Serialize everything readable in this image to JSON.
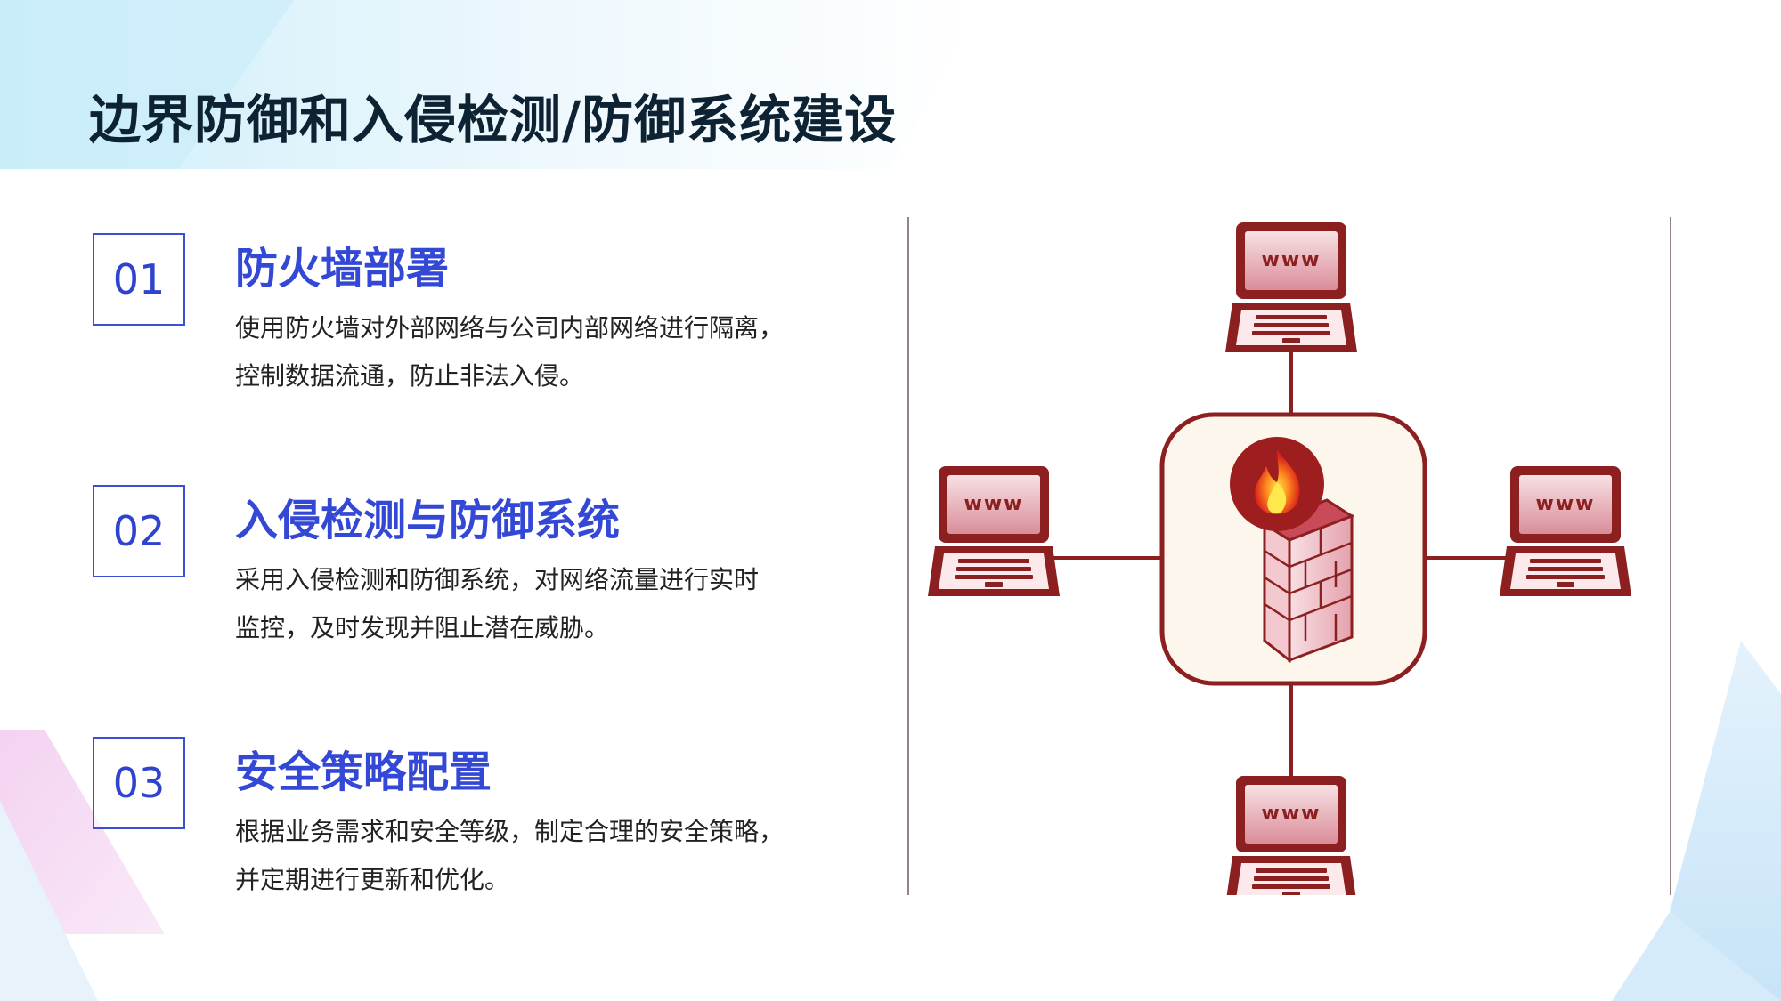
{
  "title": "边界防御和入侵检测/防御系统建设",
  "items": [
    {
      "number": "01",
      "title": "防火墙部署",
      "desc_lines": [
        "使用防火墙对外部网络与公司内部网络进行隔离，",
        "控制数据流通，防止非法入侵。"
      ]
    },
    {
      "number": "02",
      "title": "入侵检测与防御系统",
      "desc_lines": [
        "采用入侵检测和防御系统，对网络流量进行实时",
        "监控，及时发现并阻止潜在威胁。"
      ]
    },
    {
      "number": "03",
      "title": "安全策略配置",
      "desc_lines": [
        "根据业务需求和安全等级，制定合理的安全策略，",
        "并定期进行更新和优化。"
      ]
    }
  ],
  "diagram": {
    "laptop_label": "www",
    "colors": {
      "stroke": "#8c1f1f",
      "screen": "#e6a9b3",
      "center_bg": "#fdf6ec",
      "accent": "#3448d6"
    }
  }
}
